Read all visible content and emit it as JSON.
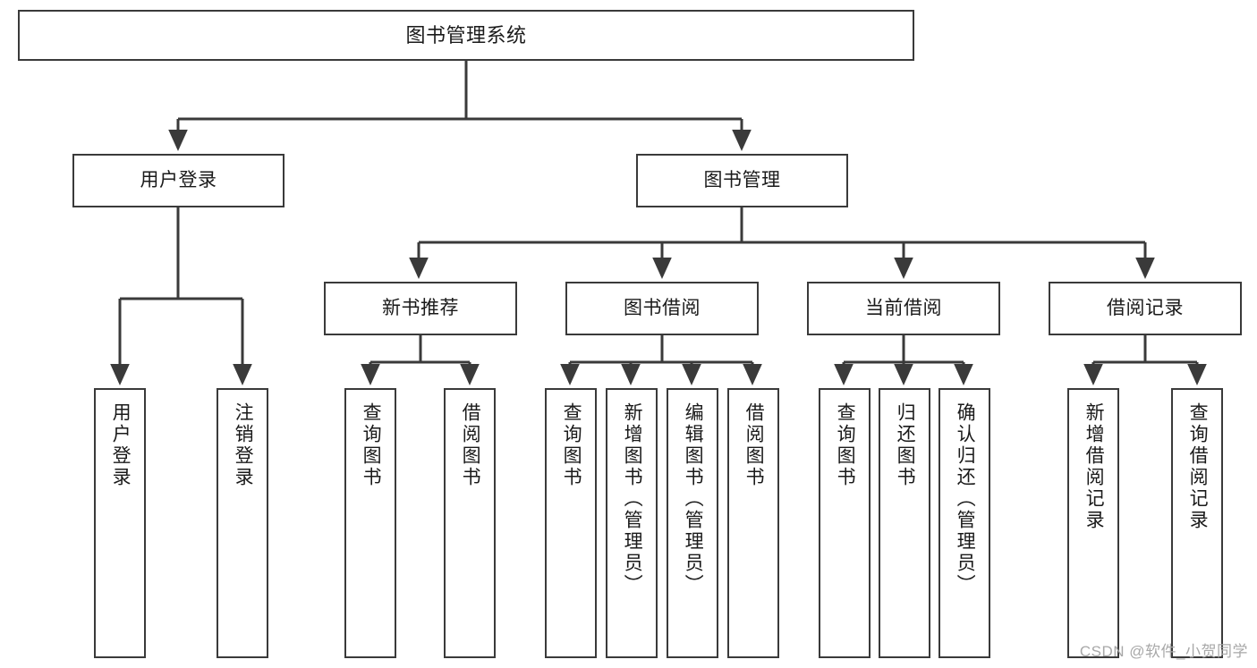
{
  "diagram": {
    "title": "图书管理系统",
    "type": "tree-hierarchy-chart",
    "root": {
      "label": "图书管理系统"
    },
    "level2": [
      {
        "label": "用户登录"
      },
      {
        "label": "图书管理"
      }
    ],
    "level3": [
      {
        "label": "新书推荐"
      },
      {
        "label": "图书借阅"
      },
      {
        "label": "当前借阅"
      },
      {
        "label": "借阅记录"
      }
    ],
    "leaves": [
      {
        "label": "用户登录"
      },
      {
        "label": "注销登录"
      },
      {
        "label": "查询图书"
      },
      {
        "label": "借阅图书"
      },
      {
        "label": "查询图书"
      },
      {
        "label": "新增图书（管理员）"
      },
      {
        "label": "编辑图书（管理员）"
      },
      {
        "label": "借阅图书"
      },
      {
        "label": "查询图书"
      },
      {
        "label": "归还图书"
      },
      {
        "label": "确认归还（管理员）"
      },
      {
        "label": "新增借阅记录"
      },
      {
        "label": "查询借阅记录"
      }
    ]
  },
  "watermark": {
    "text": "CSDN @软件_小贺同学"
  },
  "colors": {
    "background": "#ffffff",
    "box_border": "#3a3a3a",
    "box_fill": "#ffffff",
    "text": "#1a1a1a",
    "edge": "#3a3a3a",
    "watermark": "#a8a8a8"
  }
}
